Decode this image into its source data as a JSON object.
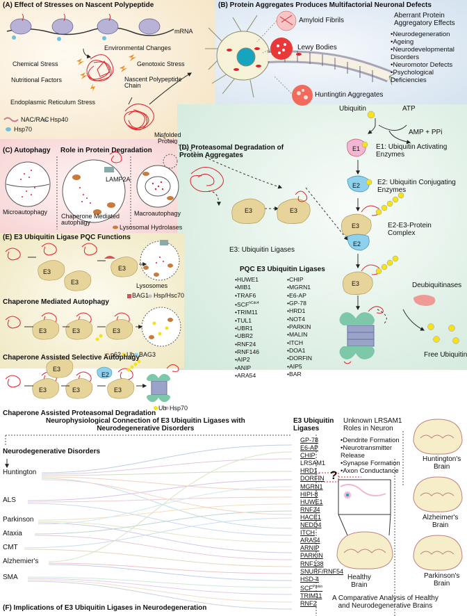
{
  "colors": {
    "panelA": "#fbf2e4",
    "panelB": "#e6eef6",
    "panelC": "#fbe4e4",
    "panelD": "#e5f1ea",
    "panelE": "#f5f0d0",
    "e3": "#e6d49a",
    "e1": "#f2b6d3",
    "e2": "#8fd0ec",
    "ubiquitin": "#f5e21a",
    "protein": "#e0202a"
  },
  "panelA": {
    "title": "(A) Effect of Stresses on Nascent Polypeptide",
    "mrna": "mRNA",
    "env": "Environmental Changes",
    "chem": "Chemical Stress",
    "geno": "Genotoxic Stress",
    "nutri": "Nutritional Factors",
    "nascent": "Nascent Polypeptide\nChain",
    "er": "Endoplasmic Reticulum Stress",
    "nac": "NAC/RAC",
    "hsp40": "Hsp40",
    "hsp70": "Hsp70",
    "misfolded": "Misfolded\nProtein"
  },
  "panelB": {
    "title": "(B) Protein Aggregates Produces Multifactorial Neuronal Defects",
    "amyloid": "Amyloid Fibrils",
    "lewy": "Lewy Bodies",
    "huntingtin": "Huntingtin Aggregates",
    "effects_title": "Aberrant Protein\nAggregatory Effects",
    "effects": [
      "Neurodegeneration",
      "Ageing",
      "Neurodevelopmental\nDisorders",
      "Neuromotor Defects",
      "Psychological\nDeficiencies"
    ]
  },
  "panelC": {
    "title": "(C) Autophagy",
    "subtitle": "Role in Protein Degradation",
    "micro": "Microautophagy",
    "cma": "Chaperone Mediated\nautophagy",
    "lamp": "LAMP2A",
    "macro": "Macroautophagy",
    "hydro": "Lysosomal Hydrolases"
  },
  "panelD": {
    "title": "(D) Proteasomal Degradation of\nProtein Aggregates",
    "ubiquitin": "Ubiquitin",
    "atp": "ATP",
    "amp": "AMP + PPi",
    "e1": "E1",
    "e1_label": "E1: Ubiquitin Activating\nEnzymes",
    "e2": "E2",
    "e2_label": "E2: Ubiquitin Conjugating\nEnzymes",
    "e3": "E3",
    "e3_label": "E3: Ubiquitin Ligases",
    "complex": "E2-E3-Protein\nComplex",
    "deubi": "Deubiquitinases",
    "free": "Free Ubiquitins",
    "pqc_title": "PQC E3 Ubiquitin Ligases",
    "pqc_col1": [
      "HUWE1",
      "MIB1",
      "TRAF6",
      "SCF",
      "TRIM11",
      "TUL1",
      "UBR1",
      "UBR2",
      "RNF24",
      "RNF146",
      "AIP2",
      "ANIP",
      "ARA54"
    ],
    "scf_sup": "hCdc4",
    "pqc_col2": [
      "CHIP",
      "MGRN1",
      "E6-AP",
      "GP-78",
      "HRD1",
      "NOT4",
      "PARKIN",
      "MALIN",
      "ITCH",
      "DOA1",
      "DORFIN",
      "AIP5",
      "BAR"
    ]
  },
  "panelE": {
    "title": "(E) E3 Ubiquitin Ligase PQC Functions",
    "lysosomes": "Lysosomes",
    "legend1": "BAG1",
    "legend2": "Hsp/Hsc70",
    "cma_title": "Chaperone Mediated Autophagy",
    "legend3": "p62",
    "legend4": "Ub",
    "legend5": "BAG3",
    "casa_title": "Chaperone Assisted Selective Autophagy",
    "legend6": "Ub",
    "legend7": "Hsp70",
    "capd_title": "Chaperone Assisted Proteasomal Degradation",
    "e3": "E3",
    "e2": "E2"
  },
  "panelF": {
    "title": "Neurophysiological Connection of E3 Ubiquitin Ligases with\nNeurodegenerative Disorders",
    "disorders_title": "Neurodegenerative Disorders",
    "disorders": [
      "Huntington",
      "ALS",
      "Parkinson",
      "Ataxia",
      "CMT",
      "Alzhemier's",
      "SMA"
    ],
    "e3_title": "E3 Ubiquitin\nLigases",
    "e3_list": [
      "GP-78",
      "E6-AP",
      "CHIP",
      "LRSAM1",
      "HRD1",
      "DORFIN",
      "MGRN1",
      "HIPI-8",
      "HUWE1",
      "RNF24",
      "HACE1",
      "NEDD4",
      "ITCH",
      "ARA54",
      "ARNIP",
      "PARKIN",
      "RNF138",
      "SNURF/RNF54",
      "HSD-4",
      "SCF",
      "TRIM11",
      "RNF2"
    ],
    "scf_sup": "Parkin",
    "unknown_title": "Unknown LRSAM1\nRoles in Neuron",
    "unknown_items": [
      "Dendrite Formation",
      "Neurotransmitter\nRelease",
      "Synapse Formation",
      "Axon Conductance"
    ],
    "qmark": "?",
    "healthy": "Healthy\nBrain",
    "hunt_brain": "Huntington's\nBrain",
    "alz_brain": "Alzheimer's\nBrain",
    "park_brain": "Parkinson's\nBrain",
    "comparative": "A Comparative Analysis of Healthy\nand Neurodegenerative Brains",
    "bottom_title": "(F) Implications of E3 Ubiquitin Ligases in Neurodegeneration"
  }
}
